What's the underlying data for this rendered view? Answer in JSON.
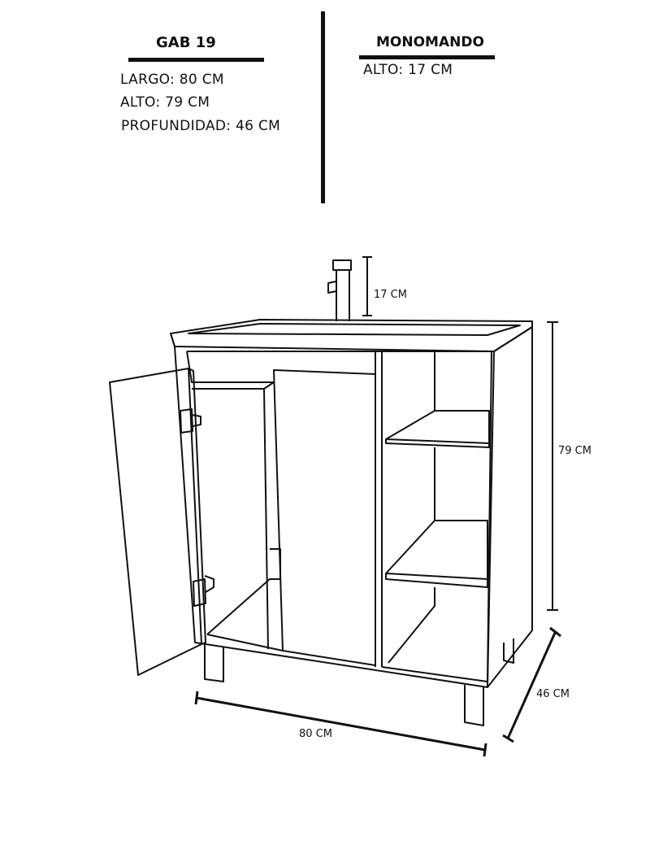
{
  "cabinet": {
    "title": "GAB 19",
    "specs": [
      "LARGO: 80 CM",
      "ALTO: 79 CM",
      "PROFUNDIDAD: 46 CM"
    ]
  },
  "faucet": {
    "title": "MONOMANDO",
    "specs": [
      "ALTO: 17 CM"
    ]
  },
  "dimensions": {
    "faucet_height": "17 CM",
    "height": "79 CM",
    "depth": "46 CM",
    "width": "80 CM"
  },
  "colors": {
    "line": "#111111",
    "background": "#ffffff"
  }
}
